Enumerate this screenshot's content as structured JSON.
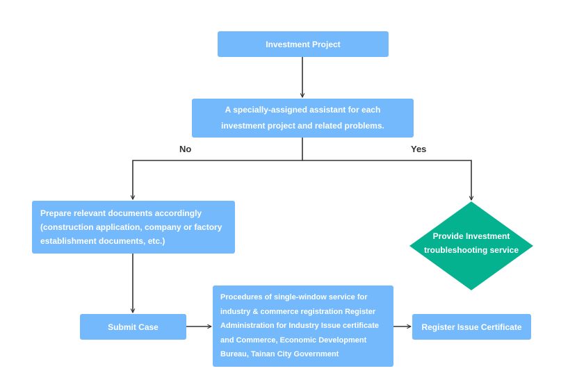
{
  "nodes": {
    "investment_project": "Investment Project",
    "assistant": "A specially-assigned assistant for each\ninvestment project and related problems.",
    "prepare_documents": "Prepare relevant documents accordingly\n(construction application, company or factory\nestablishment documents, etc.)",
    "troubleshooting": "Provide Investment\ntroubleshooting service",
    "submit_case": "Submit Case",
    "procedures": "Procedures of single-window service for\nindustry & commerce registration Register\nAdministration for Industry Issue certificate\nand Commerce, Economic Development\nBureau, Tainan City Government",
    "register_certificate": "Register Issue Certificate"
  },
  "branch_labels": {
    "no": "No",
    "yes": "Yes"
  },
  "colors": {
    "box": "#74b9fb",
    "decision": "#04b28f",
    "connector": "#333333",
    "text_on_shape": "#ffffff"
  }
}
